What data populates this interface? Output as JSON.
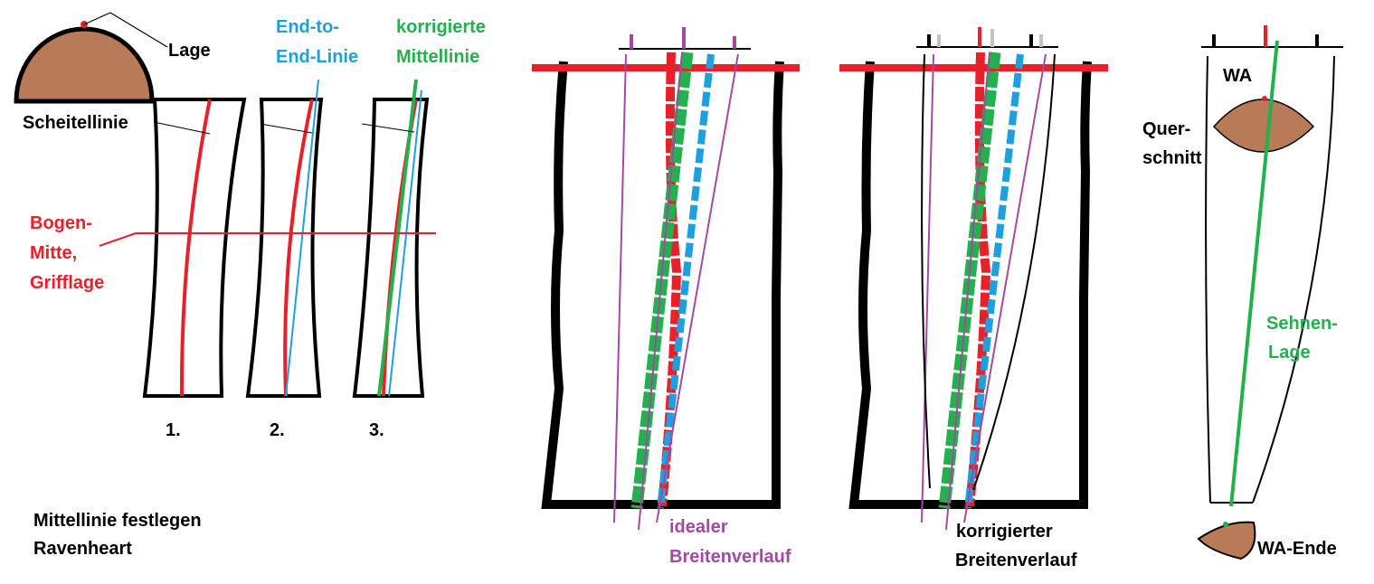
{
  "colors": {
    "outline": "#000000",
    "centerline_red": "#e8202a",
    "end_to_end_blue": "#1ea0e0",
    "corrected_green": "#22b14c",
    "width_purple": "#a349a4",
    "crosssection_brown": "#b97a57",
    "gray_mark": "#c3c3c3"
  },
  "panel1": {
    "lage": "Lage",
    "scheitellinie": "Scheitellinie",
    "end_to_end": [
      "End-to-",
      "End-Linie"
    ],
    "korrigierte": [
      "korrigierte",
      "Mittellinie"
    ],
    "bogenmitte": [
      "Bogen-",
      "Mitte,",
      "Grifflage"
    ],
    "numbers": [
      "1.",
      "2.",
      "3."
    ],
    "caption": [
      "Mittellinie festlegen",
      "Ravenheart"
    ]
  },
  "panel2": {
    "label": [
      "idealer",
      "Breitenverlauf"
    ]
  },
  "panel3": {
    "label": [
      "korrigierter",
      "Breitenverlauf"
    ]
  },
  "panel4": {
    "wa": "WA",
    "querschnitt": [
      "Quer-",
      "schnitt"
    ],
    "sehnenlage": [
      "Sehnen-",
      "Lage"
    ],
    "wa_ende": "WA-Ende"
  }
}
